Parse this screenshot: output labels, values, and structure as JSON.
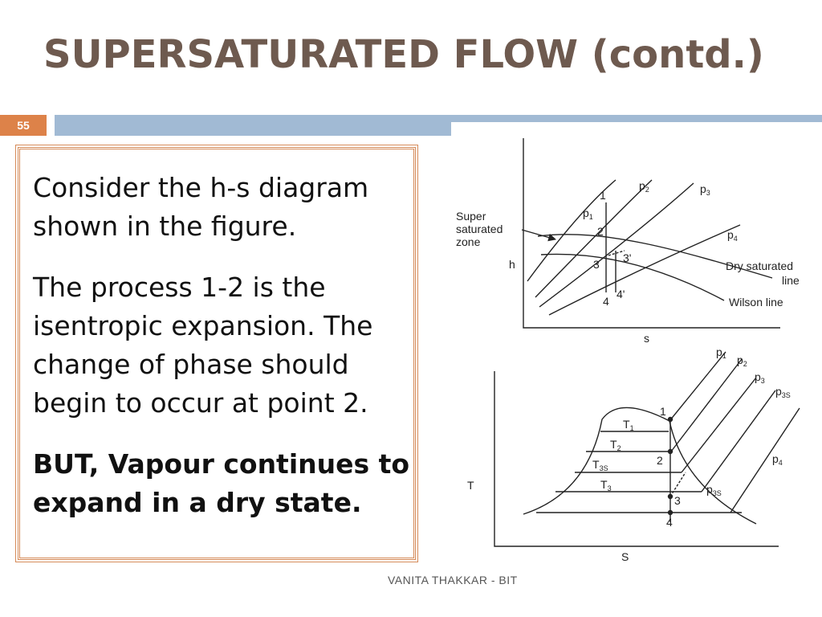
{
  "slide": {
    "title": "SUPERSATURATED FLOW (contd.)",
    "number": "55",
    "footer": "VANITA THAKKAR - BIT",
    "colors": {
      "title": "#6e5a4f",
      "accent_orange": "#dd8249",
      "band_blue": "#a1bad4",
      "border": "#d58a58"
    }
  },
  "textbox": {
    "para1": "Consider the h-s diagram shown in the figure.",
    "para2": "The process 1-2 is the isentropic expansion. The change of phase should begin to occur at point 2.",
    "para3": "BUT, Vapour continues to expand in a dry state."
  },
  "hs_diagram": {
    "y_axis": "h",
    "x_axis": "s",
    "zone_label": [
      "Super",
      "saturated",
      "zone"
    ],
    "dry_line_label": [
      "Dry saturated",
      "line"
    ],
    "wilson_label": "Wilson line",
    "pressures": [
      "p",
      "p",
      "p",
      "p"
    ],
    "pressure_subs": [
      "1",
      "2",
      "3",
      "4"
    ],
    "points": [
      "1",
      "2",
      "3",
      "3'",
      "4",
      "4'"
    ]
  },
  "ts_diagram": {
    "y_axis": "T",
    "x_axis": "S",
    "pressures": [
      "p",
      "p",
      "p",
      "p",
      "p",
      "p"
    ],
    "pressure_subs": [
      "1",
      "2",
      "3",
      "3S",
      "4",
      "3S"
    ],
    "temps": [
      "T",
      "T",
      "T",
      "T"
    ],
    "temp_subs": [
      "1",
      "2",
      "3S",
      "3"
    ],
    "points": [
      "1",
      "2",
      "3",
      "4"
    ]
  }
}
